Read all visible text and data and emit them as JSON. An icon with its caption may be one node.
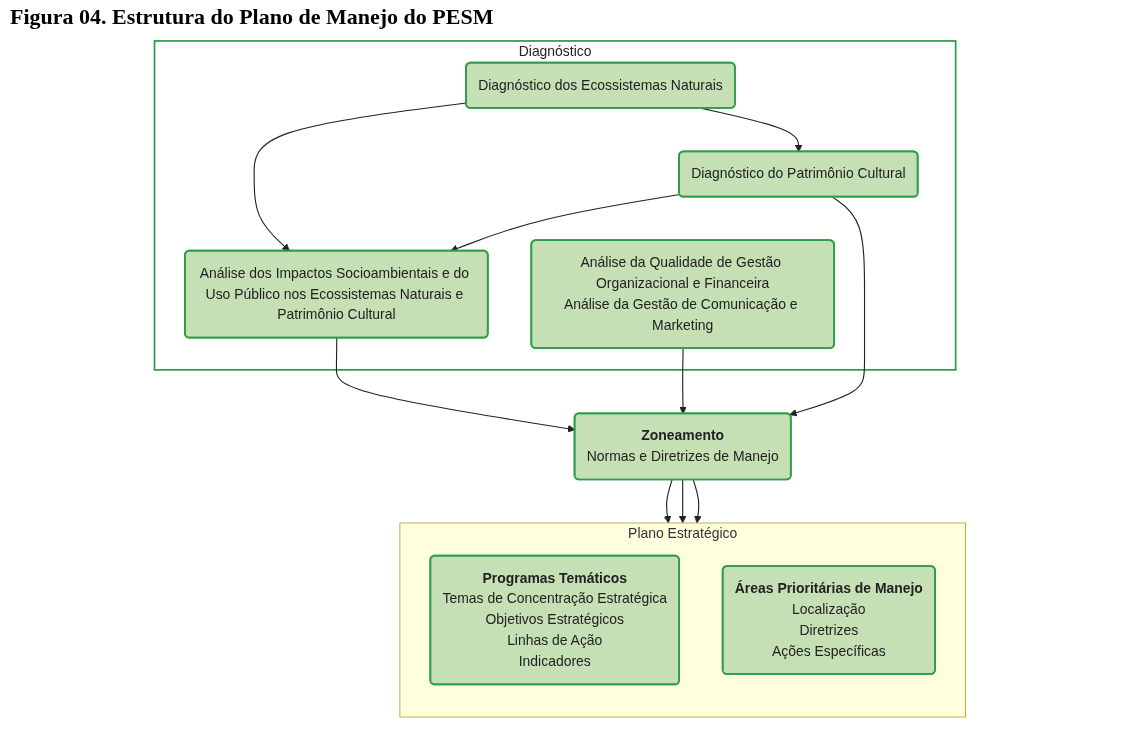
{
  "diagram": {
    "title": "Figura 04. Estrutura do Plano de Manejo do PESM",
    "nodes": [
      {
        "text": [
          "Diagnóstico"
        ]
      },
      {
        "text": [
          "Diagnóstico dos Ecossistemas Naturais"
        ],
        "in": 0
      },
      {
        "text": [
          "Análise dos Impactos Socioambientais e do Uso Público nos Ecossistemas Naturais e Patrimônio Cultural"
        ],
        "in": 0
      },
      {
        "text": [
          "Diagnóstico do Patrimônio Cultural"
        ],
        "in": 0
      },
      {
        "text": [
          "Análise da Qualidade de Gestão Organizacional e Financeira",
          "Análise da Gestão de Comunicação e Marketing"
        ],
        "in": 0
      },
      {
        "text": [
          "Zoneamento",
          "Normas e Diretrizes de Manejo"
        ]
      },
      {
        "text": [
          "Plano Estratégico"
        ]
      },
      {
        "text": [
          "Programas Temáticos",
          "Temas de Concentração Estratégica",
          "Objetivos Estratégicos",
          "Linhas de Ação",
          "Indicadores"
        ],
        "in": 6
      },
      {
        "text": [
          "Áreas Prioritárias de Manejo",
          "Localização",
          "Diretrizes",
          "Ações Específicas"
        ],
        "in": 6
      }
    ],
    "edges": [
      {
        "from": 1,
        "to": 2,
        "arrow": "to"
      },
      {
        "from": 1,
        "to": 3,
        "arrow": "to"
      },
      {
        "from": 3,
        "to": 2,
        "arrow": "to"
      },
      {
        "from": 3,
        "to": 5,
        "arrow": "to"
      },
      {
        "from": 4,
        "to": 5,
        "arrow": "to"
      },
      {
        "from": 2,
        "to": 5,
        "arrow": "to"
      },
      {
        "from": 5,
        "to": 6,
        "arrow": "to"
      },
      {
        "from": 5,
        "to": 6,
        "arrow": "to"
      },
      {
        "from": 5,
        "to": 6,
        "arrow": "to"
      }
    ]
  }
}
